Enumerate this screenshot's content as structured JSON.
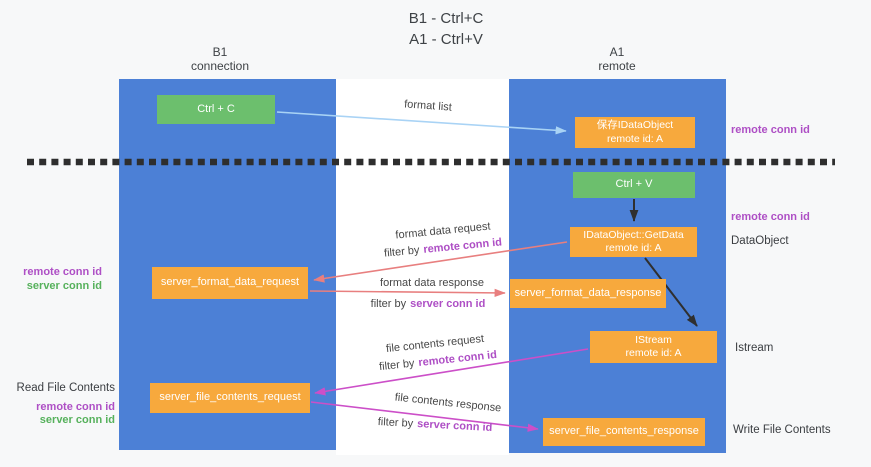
{
  "title": {
    "line1": "B1 - Ctrl+C",
    "line2": "A1 - Ctrl+V"
  },
  "columns": {
    "left": {
      "name": "B1",
      "subtitle": "connection"
    },
    "right": {
      "name": "A1",
      "subtitle": "remote"
    }
  },
  "nodes": {
    "ctrl_c": "Ctrl + C",
    "save_idataobject": {
      "line1": "保存IDataObject",
      "line2": "remote id: A"
    },
    "ctrl_v": "Ctrl + V",
    "getdata": {
      "line1": "IDataObject::GetData",
      "line2": "remote id: A"
    },
    "server_format_data_request": "server_format_data_request",
    "server_format_data_response": "server_format_data_response",
    "istream": {
      "line1": "IStream",
      "line2": "remote id: A"
    },
    "server_file_contents_request": "server_file_contents_request",
    "server_file_contents_response": "server_file_contents_response"
  },
  "edges": {
    "format_list": "format list",
    "format_data_request": "format data request",
    "format_data_response": "format data response",
    "file_contents_request": "file contents request",
    "file_contents_response": "file contents response",
    "filter_by": "filter by",
    "remote_conn_id": "remote conn id",
    "server_conn_id": "server conn id"
  },
  "annotations": {
    "right_top_remote_conn_id": "remote conn id",
    "right_mid_remote_conn_id": "remote conn id",
    "dataobject": "DataObject",
    "istream": "Istream",
    "write_file_contents": "Write File Contents",
    "left_remote_conn_id": "remote conn id",
    "left_server_conn_id": "server conn id",
    "read_file_contents": "Read File Contents",
    "read_remote_conn_id": "remote conn id",
    "read_server_conn_id": "server conn id"
  },
  "colors": {
    "column_blue": "#4C80D6",
    "box_green": "#6CBF6D",
    "box_orange": "#F7A93D",
    "purple_text": "#AE4FC5",
    "green_text": "#56B15C",
    "arrow_red": "#E87F7F",
    "arrow_magenta": "#CC4FC8",
    "arrow_blue": "#A9D3F5",
    "arrow_black": "#2F2F2F",
    "divider_black": "#2E2E2E"
  }
}
